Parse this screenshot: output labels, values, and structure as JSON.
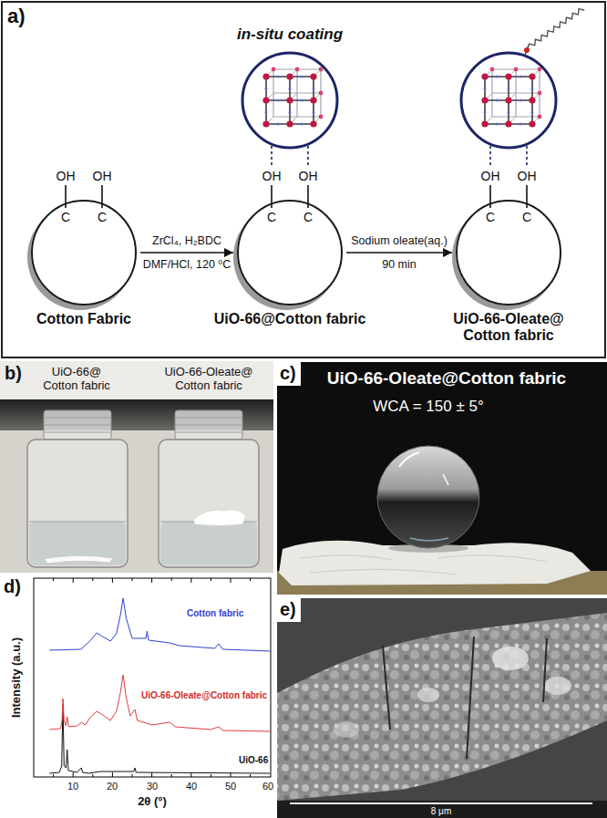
{
  "diagram": {
    "nodes": [
      {
        "text": [
          "OH",
          "OH",
          "C",
          "C",
          "Cotton Fabric"
        ]
      },
      {
        "text": [
          "OH",
          "OH",
          "C",
          "C",
          "UiO-66@Cotton fabric"
        ]
      },
      {
        "text": [
          "OH",
          "OH",
          "C",
          "C",
          "UiO-66-Oleate@ Cotton fabric"
        ]
      }
    ],
    "edges": [
      {
        "from": 0,
        "to": 1,
        "arrow": "to",
        "label": "ZrCl₄, H₂BDC"
      },
      {
        "from": 1,
        "to": 2,
        "arrow": "to",
        "label": "Sodium oleate(aq.)"
      }
    ],
    "labels": [
      "a)",
      "in-situ coating",
      "DMF/HCl, 120 ⁰C",
      "90 min",
      "b)",
      "UiO-66@ Cotton fabric",
      "UiO-66-Oleate@ Cotton fabric",
      "c)",
      "UiO-66-Oleate@Cotton fabric",
      "WCA = 150 ± 5°",
      "d)",
      "Intensity (a.u.)",
      "Cotton fabric",
      "UiO-66-Oleate@Cotton fabric",
      "UiO-66",
      "10",
      "20",
      "30",
      "40",
      "50",
      "60",
      "2θ (°)",
      "e)",
      "8 μm"
    ]
  }
}
